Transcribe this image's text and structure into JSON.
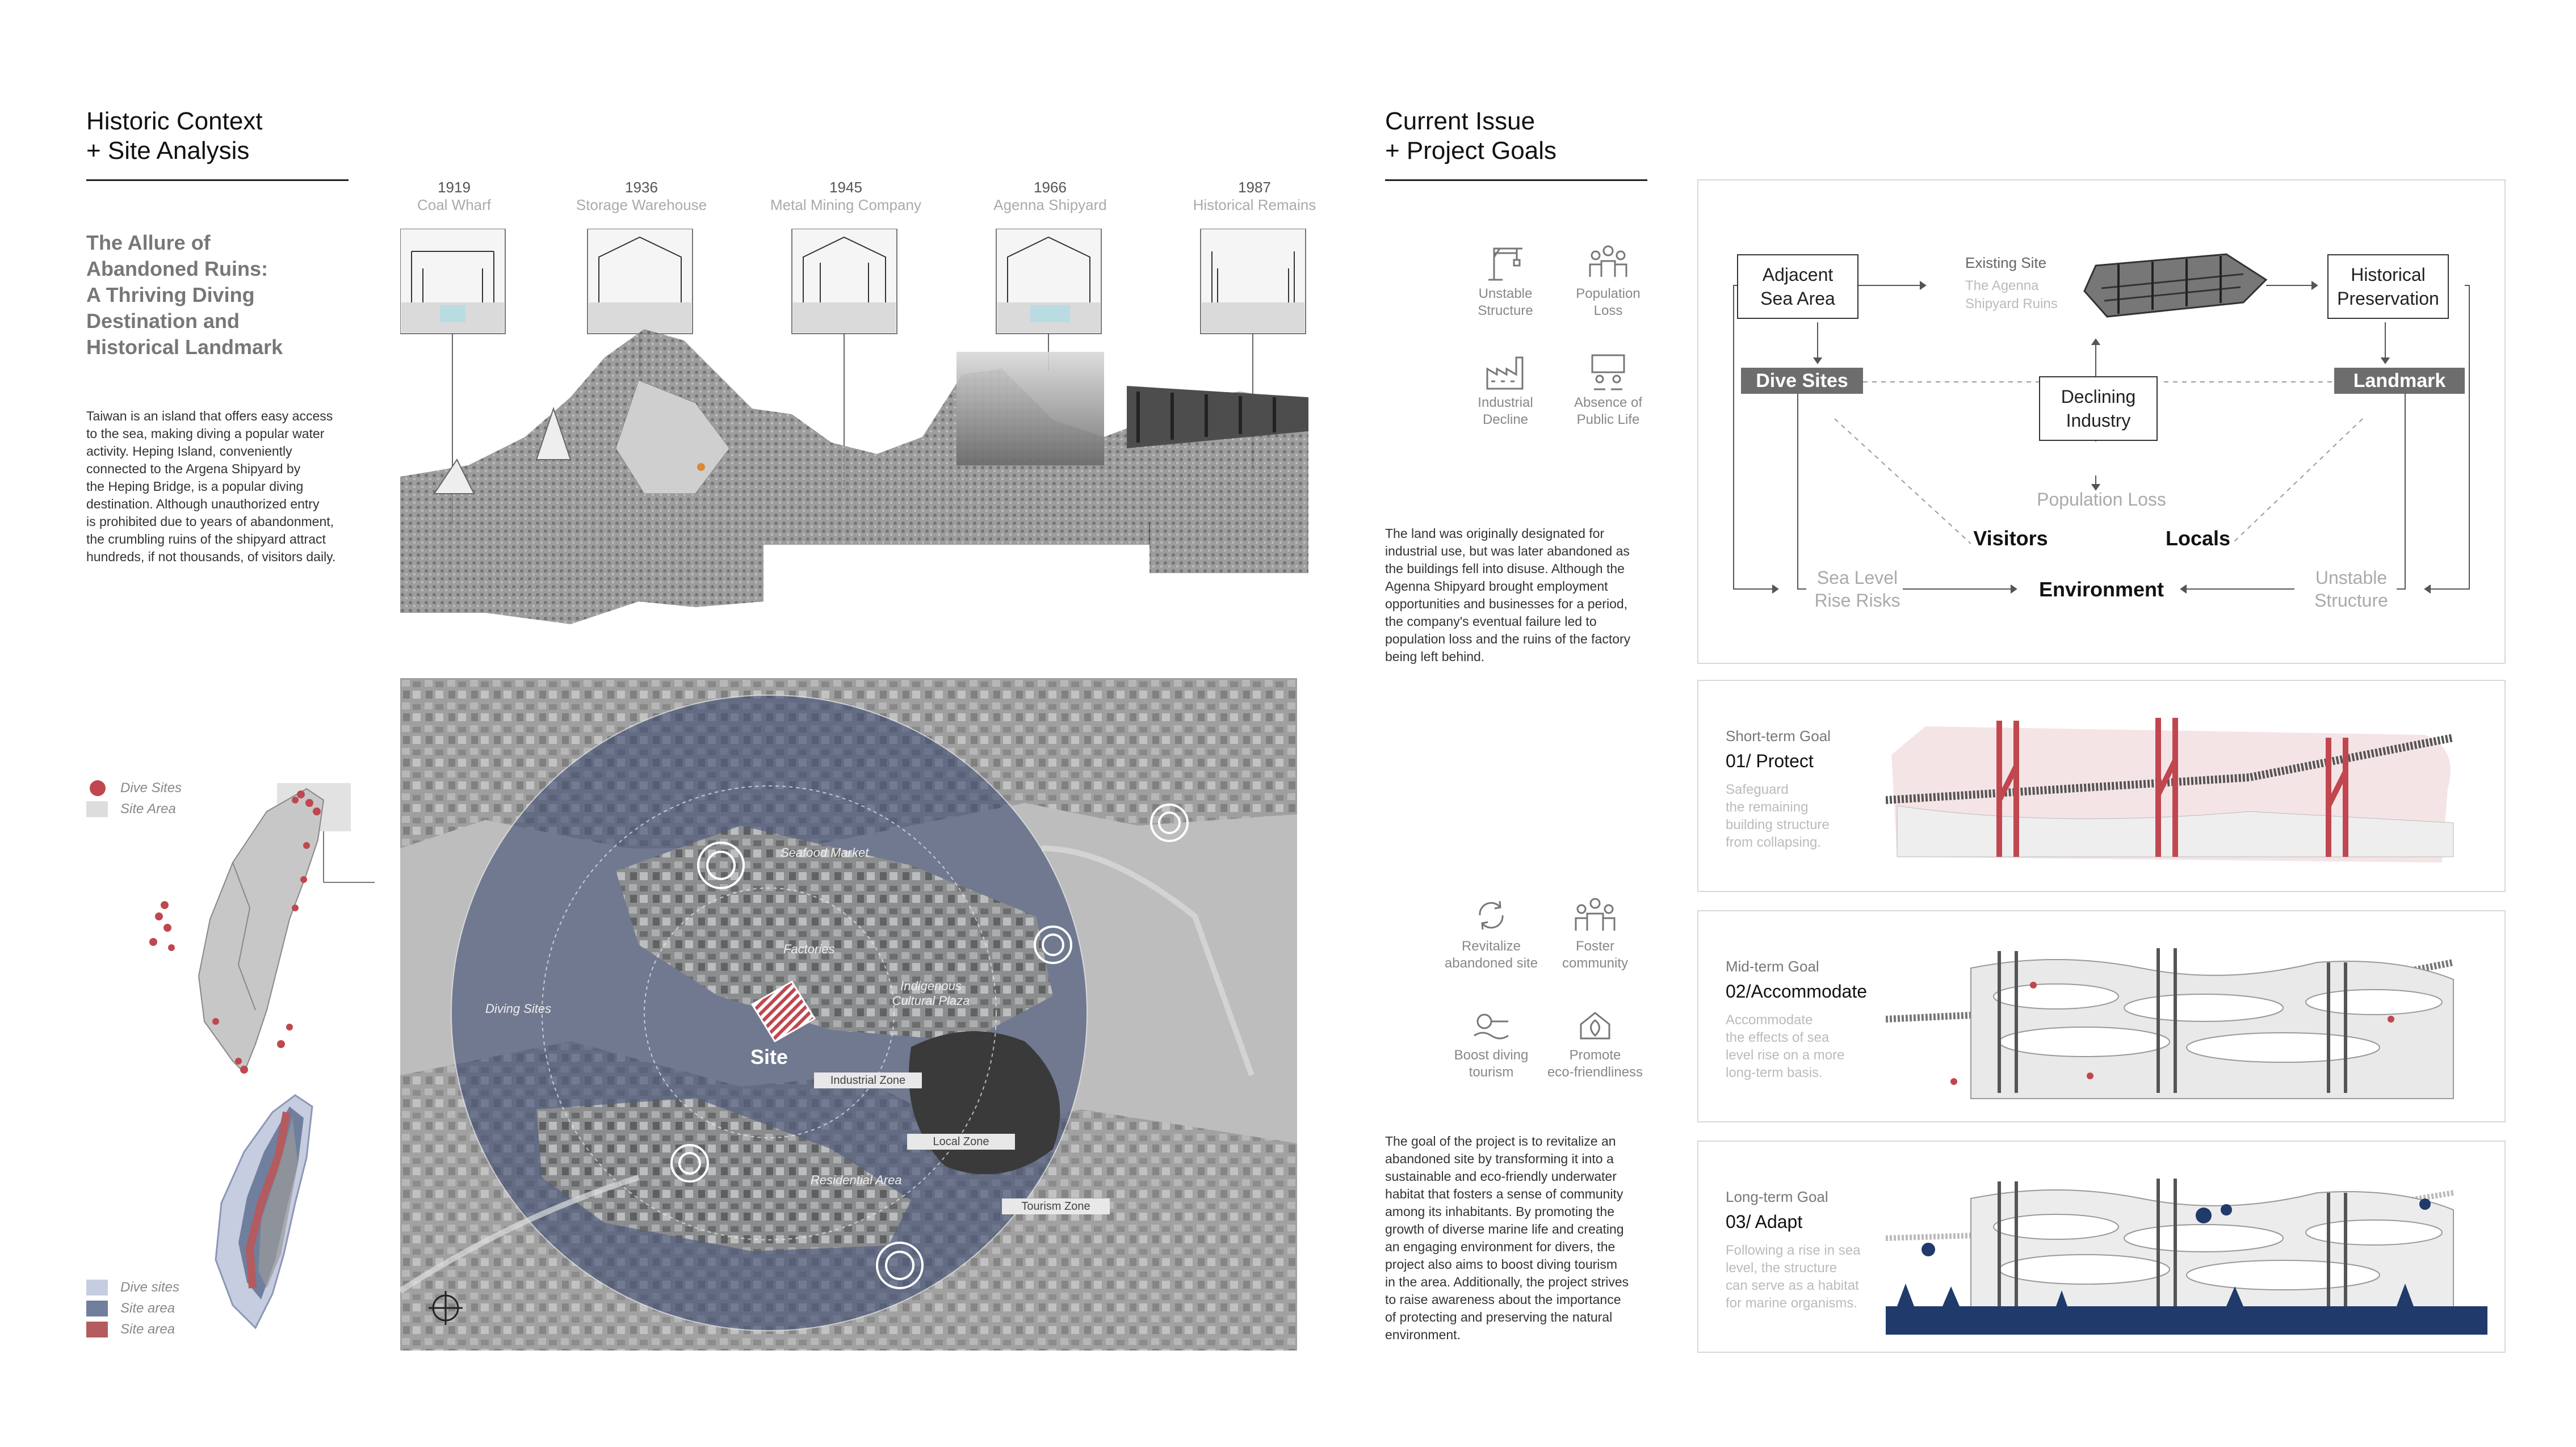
{
  "left": {
    "heading": {
      "line1": "Historic Context",
      "line2": "+ Site Analysis"
    },
    "subhead": [
      "The Allure of",
      "Abandoned Ruins:",
      "A Thriving Diving",
      "Destination and",
      "Historical Landmark"
    ],
    "body": [
      "Taiwan is an island that offers easy access",
      "to the sea, making diving a popular water",
      "activity. Heping Island, conveniently",
      "connected to the Argena Shipyard by",
      "the Heping Bridge, is a popular diving",
      "destination. Although unauthorized entry",
      "is prohibited due to years of abandonment,",
      "the crumbling ruins of the shipyard attract",
      "hundreds, if not thousands, of visitors daily."
    ],
    "legend_top": [
      {
        "label": "Dive Sites",
        "color": "#c0474f"
      },
      {
        "label": "Site Area",
        "color": "#dddddd"
      }
    ],
    "legend_bottom": [
      {
        "label": "Dive sites",
        "color": "#c6cde0"
      },
      {
        "label": "Site area",
        "color": "#6f7f9d"
      },
      {
        "label": "Site area",
        "color": "#b45b5f"
      }
    ]
  },
  "timeline": [
    {
      "year": "1919",
      "label": "Coal Wharf"
    },
    {
      "year": "1936",
      "label": "Storage Warehouse"
    },
    {
      "year": "1945",
      "label": "Metal Mining Company"
    },
    {
      "year": "1966",
      "label": "Agenna Shipyard"
    },
    {
      "year": "1987",
      "label": "Historical Remains"
    }
  ],
  "map": {
    "site_label": "Site",
    "places": [
      "Seafood Market",
      "Factories",
      "Indigenous Cultural Plaza",
      "Diving Sites",
      "Residential Area"
    ],
    "zones": [
      "Industrial Zone",
      "Local Zone",
      "Tourism Zone"
    ]
  },
  "right": {
    "heading": {
      "line1": "Current Issue",
      "line2": "+ Project Goals"
    },
    "issues": [
      {
        "label": [
          "Unstable",
          "Structure"
        ],
        "icon": "crane-icon"
      },
      {
        "label": [
          "Population",
          "Loss"
        ],
        "icon": "people-icon"
      },
      {
        "label": [
          "Industrial",
          "Decline"
        ],
        "icon": "factory-icon"
      },
      {
        "label": [
          "Absence of",
          "Public Life"
        ],
        "icon": "community-icon"
      }
    ],
    "issue_text": [
      "The land was originally designated for",
      "industrial use, but was later abandoned as",
      "the buildings fell into disuse. Although the",
      "Agenna Shipyard brought employment",
      "opportunities and businesses for a period,",
      "the company's eventual failure led to",
      "population loss and the ruins of the factory",
      "being left behind."
    ],
    "goals_icons": [
      {
        "label": [
          "Revitalize",
          "abandoned site"
        ],
        "icon": "recycle-icon"
      },
      {
        "label": [
          "Foster",
          "community"
        ],
        "icon": "group-icon"
      },
      {
        "label": [
          "Boost diving",
          "tourism"
        ],
        "icon": "diver-icon"
      },
      {
        "label": [
          "Promote",
          "eco-friendliness"
        ],
        "icon": "eco-icon"
      }
    ],
    "goal_text": [
      "The goal of the project is to revitalize an",
      "abandoned site by transforming it into a",
      "sustainable and eco-friendly underwater",
      "habitat that fosters a sense of community",
      "among its inhabitants. By promoting the",
      "growth of diverse marine life and creating",
      "an engaging environment for divers, the",
      "project also aims to boost diving tourism",
      "in the area. Additionally, the project strives",
      "to raise awareness about the importance",
      "of protecting and preserving the natural",
      "environment."
    ]
  },
  "diagram": {
    "adjacent": [
      "Adjacent",
      "Sea Area"
    ],
    "existing_title": "Existing Site",
    "existing_sub": [
      "The Agenna",
      "Shipyard Ruins"
    ],
    "historical": [
      "Historical",
      "Preservation"
    ],
    "dive_sites": "Dive Sites",
    "landmark": "Landmark",
    "declining": [
      "Declining",
      "Industry"
    ],
    "population_loss": "Population Loss",
    "visitors": "Visitors",
    "locals": "Locals",
    "environment": "Environment",
    "sea_level": [
      "Sea Level",
      "Rise Risks"
    ],
    "unstable": [
      "Unstable",
      "Structure"
    ]
  },
  "goals": [
    {
      "kicker": "Short-term Goal",
      "title": "01/ Protect",
      "desc": [
        "Safeguard",
        "the remaining",
        "building structure",
        "from collapsing."
      ]
    },
    {
      "kicker": "Mid-term Goal",
      "title": "02/Accommodate",
      "desc": [
        "Accommodate",
        "the effects of sea",
        "level rise on a more",
        "long-term basis."
      ]
    },
    {
      "kicker": "Long-term Goal",
      "title": "03/ Adapt",
      "desc": [
        "Following a rise in sea",
        "level, the structure",
        "can serve as a habitat",
        "for marine organisms."
      ]
    }
  ]
}
